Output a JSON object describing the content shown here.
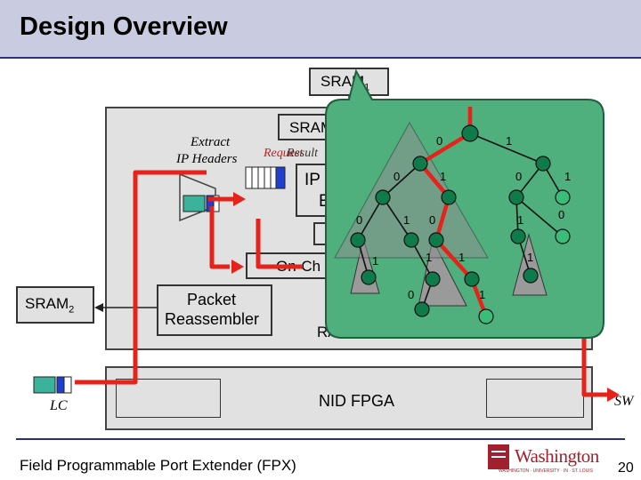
{
  "title": "Design Overview",
  "labels": {
    "sram1": "SRAM",
    "sram1_sub": "1",
    "sram_inner": "SRAM",
    "extract_ip_headers_line1": "Extract",
    "extract_ip_headers_line2": "IP Headers",
    "request": "Request",
    "result": "Result",
    "ip_lookup_line1": "IP",
    "ip_lookup_line2": "E",
    "on_chip": "On-Ch",
    "sram2": "SRAM",
    "sram2_sub": "2",
    "packet_reassembler_line1": "Packet",
    "packet_reassembler_line2": "Reassembler",
    "ram": "RA",
    "nid_fpga": "NID FPGA",
    "lc": "LC",
    "sw": "SW",
    "footer": "Field Programmable Port Extender (FPX)",
    "page_number": "20",
    "logo_text": "Washington",
    "logo_subtext": "WASHINGTON · UNIVERSITY · IN · ST. LOUIS"
  },
  "trie_edge_labels": [
    "0",
    "1",
    "0",
    "1",
    "0",
    "1",
    "0",
    "1",
    "0",
    "1",
    "0",
    "1",
    "1",
    "1",
    "1",
    "1",
    "0",
    "1"
  ],
  "colors": {
    "title_bg": "#c9cce0",
    "fpga_bg": "#dcdcdc",
    "trie_bg": "#4fb07d",
    "trie_nodes": "#0f7a4a",
    "path": "#e5231b",
    "queue_teal": "#3bb39c",
    "queue_blue": "#1f3fd0",
    "logo": "#a21f2d"
  }
}
